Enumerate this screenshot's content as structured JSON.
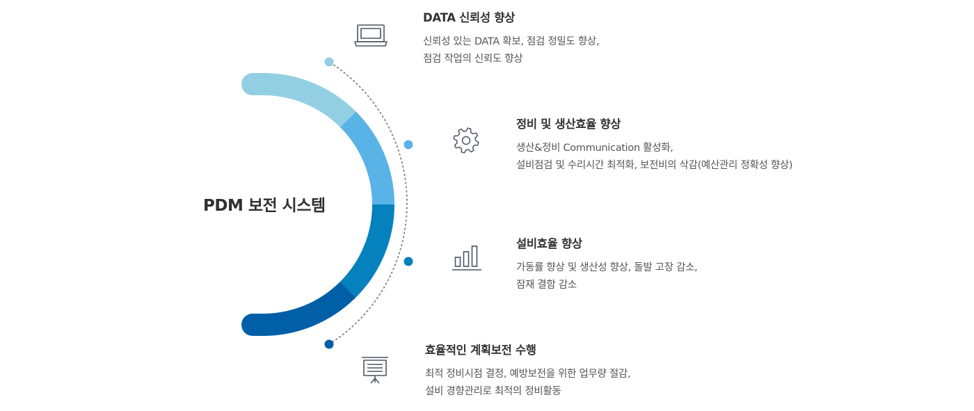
{
  "center_title": "PDM 보전 시스템",
  "colors": {
    "segment_1": "#93cfe3",
    "segment_2": "#5ab3e6",
    "segment_3": "#0581be",
    "segment_4": "#005fa6",
    "dot_1": "#93cfe3",
    "dot_2": "#5ab3e6",
    "dot_3": "#0581be",
    "dot_4": "#005fa6",
    "dotted_arc": "#8c8c8c",
    "icon_stroke": "#4a5560"
  },
  "items": [
    {
      "icon": "laptop-icon",
      "title": "DATA 신뢰성 향상",
      "desc_lines": [
        "신뢰성 있는 DATA 확보, 점검 정밀도 향상,",
        "점검 작업의 신뢰도 향상"
      ]
    },
    {
      "icon": "gear-icon",
      "title": "정비 및 생산효율 향상",
      "desc_lines": [
        "생산&정비 Communication 활성화,",
        "설비점검 및 수리시간 최적화, 보전비의 삭감(예산관리 정확성 향상)"
      ]
    },
    {
      "icon": "bar-chart-icon",
      "title": "설비효율 향상",
      "desc_lines": [
        "가동률 향상 및 생산성 향상, 돌발 고장 감소,",
        "잠재 결함 감소"
      ]
    },
    {
      "icon": "presentation-board-icon",
      "title": "효율적인 계획보전 수행",
      "desc_lines": [
        "최적 정비시점 결정, 예방보전을 위한 업무량 절감,",
        "설비 경향관리로 최적의 정비활동"
      ]
    }
  ]
}
